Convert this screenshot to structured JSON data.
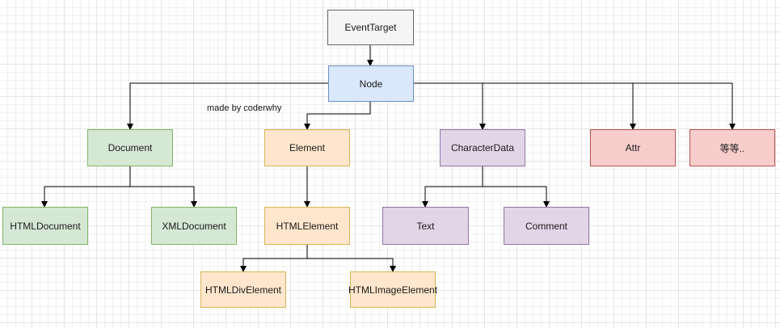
{
  "diagram": {
    "nodes": {
      "event_target": "EventTarget",
      "node": "Node",
      "document": "Document",
      "element": "Element",
      "character_data": "CharacterData",
      "attr": "Attr",
      "etc": "等等..",
      "html_document": "HTMLDocument",
      "xml_document": "XMLDocument",
      "html_element": "HTMLElement",
      "text": "Text",
      "comment": "Comment",
      "html_div_element": "HTMLDivElement",
      "html_image_element": "HTMLImageElement"
    },
    "annotation": "made by coderwhy",
    "colors": {
      "gray_fill": "#f5f5f5",
      "gray_stroke": "#666666",
      "blue_fill": "#dae8fc",
      "blue_stroke": "#6c8ebf",
      "green_fill": "#d5e8d4",
      "green_stroke": "#82b366",
      "orange_fill": "#ffe6cc",
      "orange_stroke": "#d6b656",
      "purple_fill": "#e1d5e7",
      "purple_stroke": "#9673a6",
      "red_fill": "#f8cecc",
      "red_stroke": "#b85450",
      "edge": "#000000"
    }
  }
}
